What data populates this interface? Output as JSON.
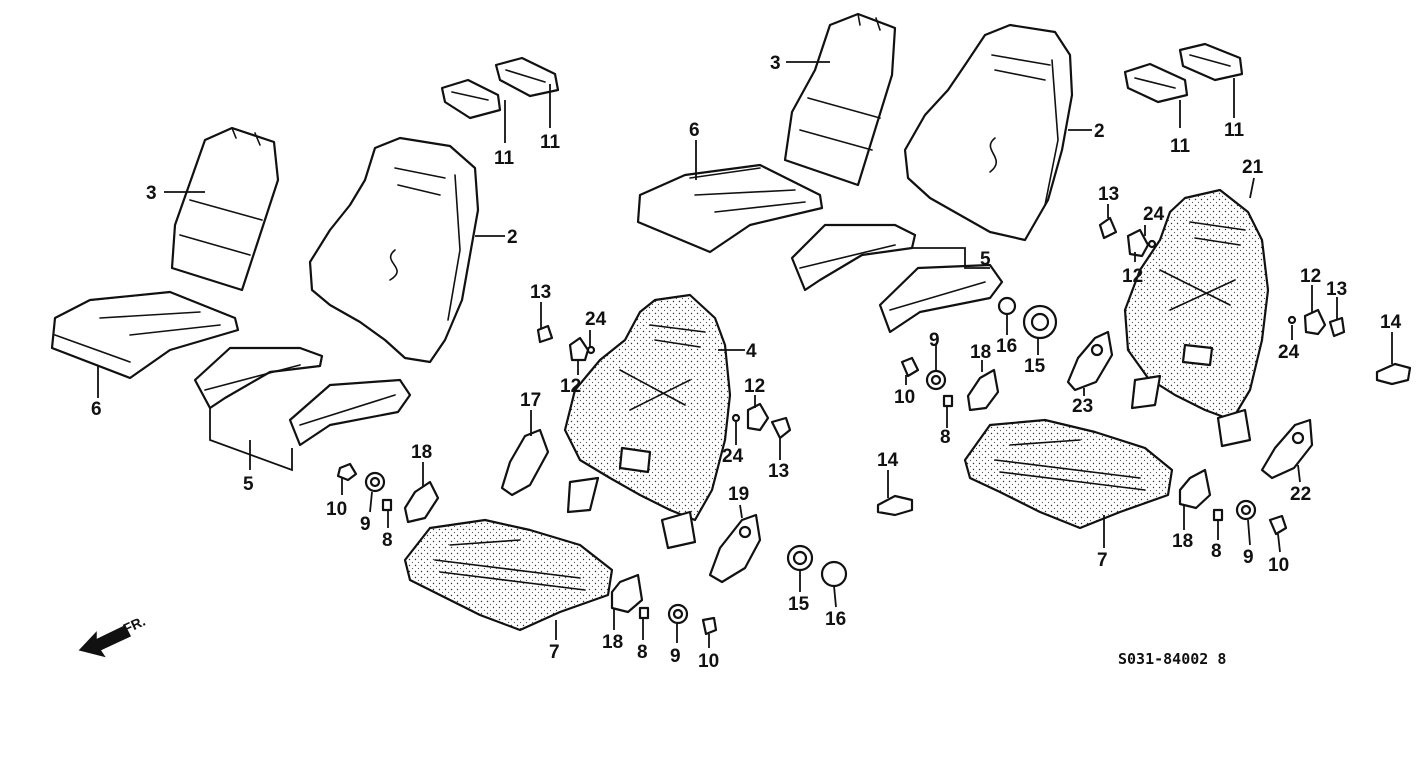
{
  "diagram_code": "S031-84002 8",
  "front_indicator": "FR.",
  "callouts": {
    "c3a": "3",
    "c2a": "2",
    "c11a": "11",
    "c11b": "11",
    "c6a": "6",
    "c5a": "5",
    "c13a": "13",
    "c24a": "24",
    "c12a": "12",
    "c4": "4",
    "c17": "17",
    "c12b": "12",
    "c24b": "24",
    "c13b": "13",
    "c10a": "10",
    "c9a": "9",
    "c8a": "8",
    "c18a": "18",
    "c19": "19",
    "c15a": "15",
    "c16a": "16",
    "c7a": "7",
    "c18b": "18",
    "c8b": "8",
    "c9b": "9",
    "c10b": "10",
    "c3b": "3",
    "c2b": "2",
    "c11c": "11",
    "c11d": "11",
    "c6b": "6",
    "c5b": "5",
    "c13c": "13",
    "c24c": "24",
    "c12c": "12",
    "c21": "21",
    "c12d": "12",
    "c13d": "13",
    "c24d": "24",
    "c14a": "14",
    "c16b": "16",
    "c18c": "18",
    "c9c": "9",
    "c10c": "10",
    "c8c": "8",
    "c15b": "15",
    "c23": "23",
    "c14b": "14",
    "c7b": "7",
    "c22": "22",
    "c18d": "18",
    "c8d": "8",
    "c9d": "9",
    "c10d": "10"
  }
}
